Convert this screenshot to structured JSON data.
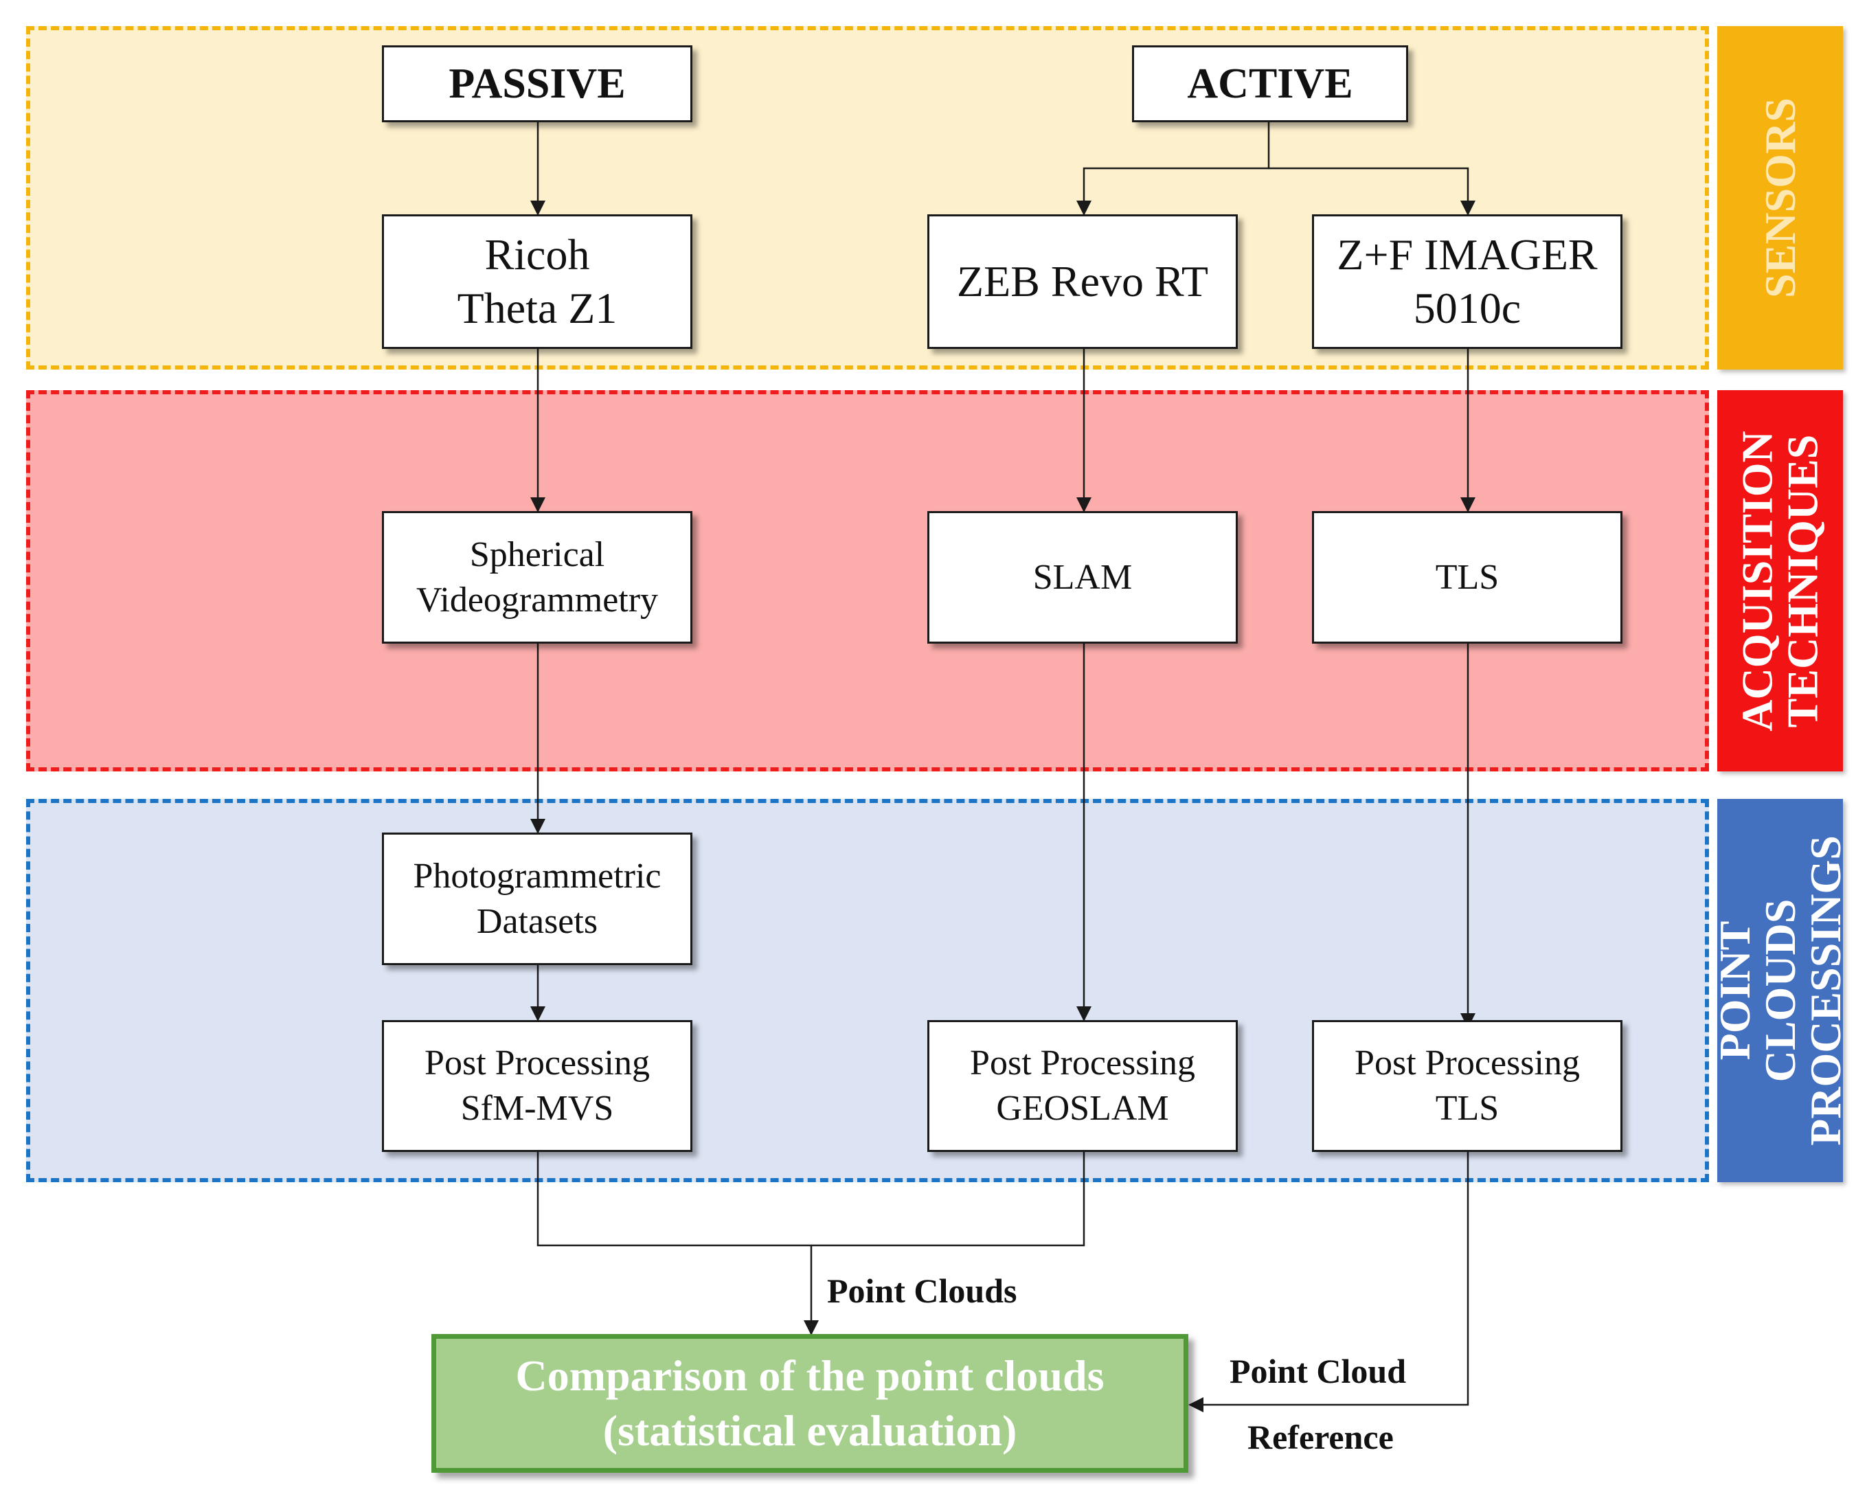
{
  "bands": {
    "sensors": "SENSORS",
    "acquisition": "ACQUISITION\nTECHNIQUES",
    "processing": "POINT CLOUDS\nPROCESSINGS"
  },
  "nodes": {
    "passive": "PASSIVE",
    "active": "ACTIVE",
    "ricoh": "Ricoh\nTheta Z1",
    "zeb": "ZEB Revo RT",
    "zf": "Z+F IMAGER\n5010c",
    "spherical": "Spherical\nVideogrammetry",
    "slam": "SLAM",
    "tls": "TLS",
    "photo": "Photogrammetric\nDatasets",
    "pp_sfm": "Post Processing\nSfM-MVS",
    "pp_geoslam": "Post Processing\nGEOSLAM",
    "pp_tls": "Post Processing\nTLS",
    "comparison": "Comparison of the point clouds\n(statistical evaluation)"
  },
  "labels": {
    "point_clouds": "Point Clouds",
    "point_cloud": "Point Cloud",
    "reference": "Reference"
  },
  "colors": {
    "sensors": "#f6b20f",
    "acquisition": "#f21414",
    "processing": "#4470c0",
    "comparison": "#a6cf8e"
  }
}
